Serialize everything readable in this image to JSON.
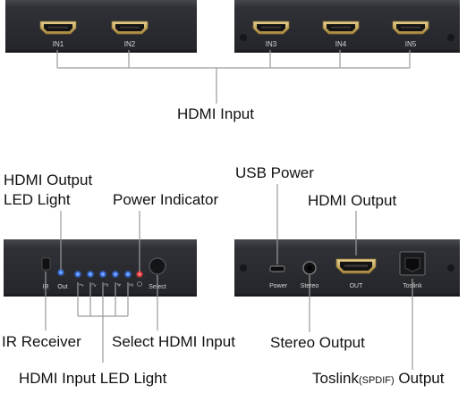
{
  "top_devices": {
    "left_ports": [
      "IN1",
      "IN2"
    ],
    "right_ports": [
      "IN3",
      "IN4",
      "IN5"
    ]
  },
  "labels": {
    "hdmi_input": "HDMI Input",
    "hdmi_output_led_line1": "HDMI Output",
    "hdmi_output_led_line2": "LED Light",
    "power_indicator": "Power Indicator",
    "ir_receiver": "IR Receiver",
    "select_hdmi_input": "Select HDMI Input",
    "hdmi_input_led_light": "HDMI Input LED Light",
    "usb_power": "USB Power",
    "hdmi_output": "HDMI Output",
    "stereo_output": "Stereo Output",
    "toslink_prefix": "Toslink",
    "toslink_spdif": "(SPDIF)",
    "toslink_suffix": " Output"
  },
  "front_panel": {
    "ir_label": "IR",
    "out_label": "Out",
    "select_label": "Select",
    "led_numbers": [
      "1",
      "2",
      "3",
      "4",
      "5"
    ]
  },
  "rear_panel": {
    "power_label": "Power",
    "stereo_label": "Stereo",
    "out_label": "OUT",
    "toslink_label": "Toslink"
  },
  "colors": {
    "device_body": "#2c2e33",
    "device_edge": "#3d4046",
    "port_gold": "#c9a95c",
    "led_blue": "#3b7bff",
    "led_red": "#ff3b3b",
    "line_grey": "#9a9a9a"
  }
}
